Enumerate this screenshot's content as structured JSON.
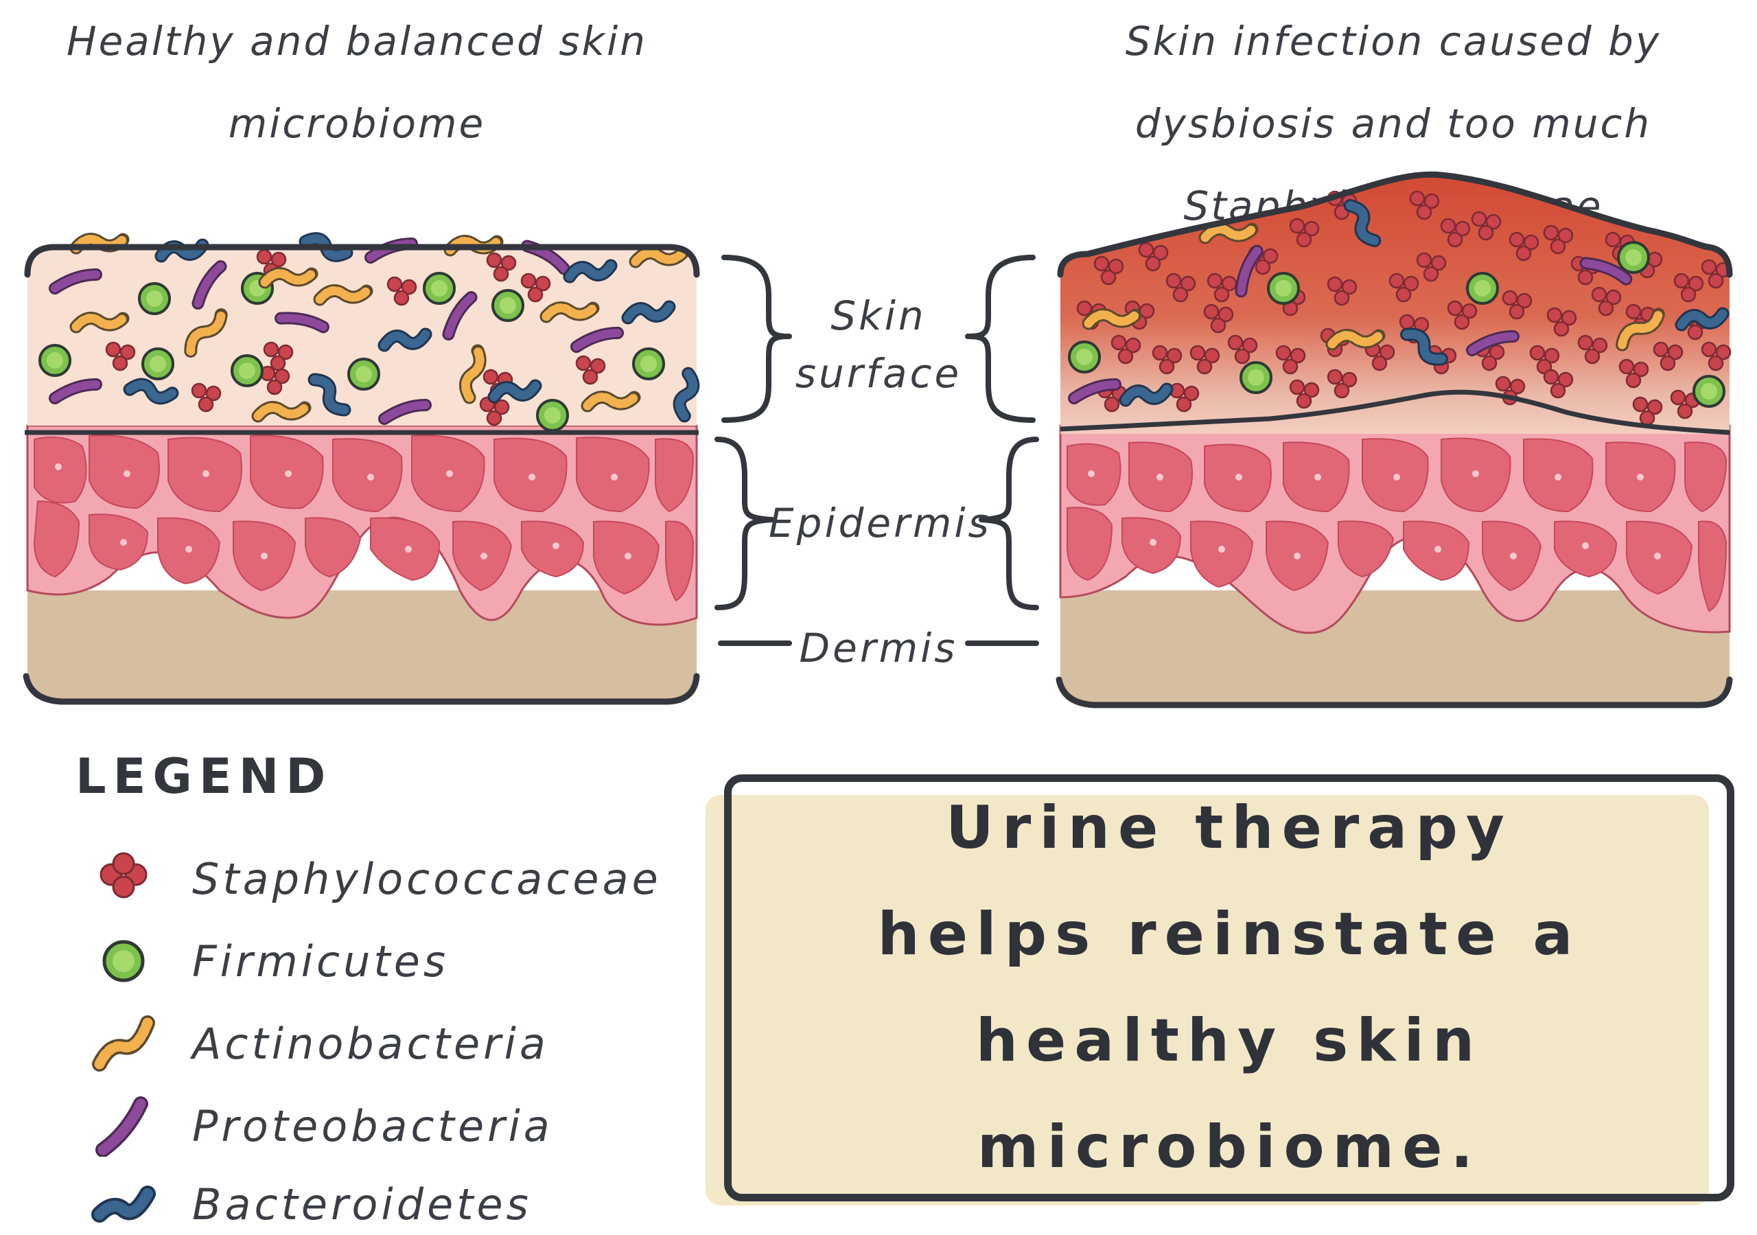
{
  "titles": {
    "healthy": "Healthy and balanced skin microbiome",
    "infected": "Skin infection caused by dysbiosis and too much Staphylococcaceae"
  },
  "layers": {
    "skin_surface": "Skin surface",
    "epidermis": "Epidermis",
    "dermis": "Dermis"
  },
  "legend": {
    "title": "LEGEND",
    "items": [
      {
        "label": "Staphylococcaceae",
        "icon": "staphylococcaceae-icon",
        "color": "#c9444c"
      },
      {
        "label": "Firmicutes",
        "icon": "firmicutes-icon",
        "color": "#7cc24d"
      },
      {
        "label": "Actinobacteria",
        "icon": "actinobacteria-icon",
        "color": "#f3b14e"
      },
      {
        "label": "Proteobacteria",
        "icon": "proteobacteria-icon",
        "color": "#8e4a9a"
      },
      {
        "label": "Bacteroidetes",
        "icon": "bacteroidetes-icon",
        "color": "#3a6690"
      }
    ]
  },
  "callout": {
    "text": "Urine therapy helps reinstate a healthy skin microbiome."
  },
  "colors": {
    "surface_healthy": "#f8e0d2",
    "surface_infected": "#d9573d",
    "epidermis": "#e16777",
    "epidermis_bg": "#f3a7b1",
    "dermis": "#d6bea1",
    "outline": "#33363d",
    "callout_bg": "#f2e8c8"
  }
}
